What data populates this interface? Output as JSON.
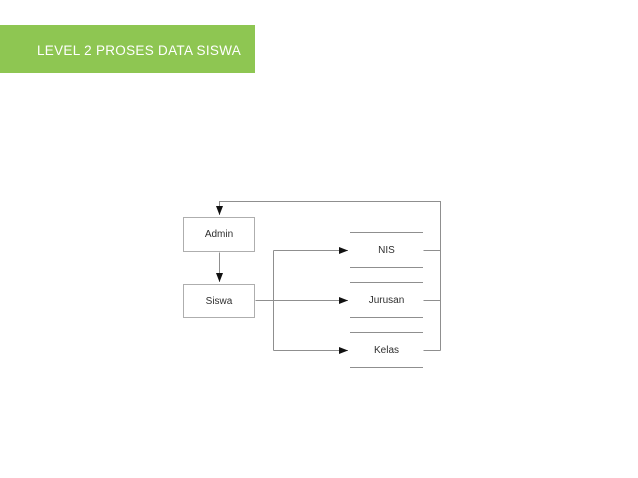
{
  "banner": {
    "title": "LEVEL 2 PROSES DATA SISWA",
    "background": "#8ec652",
    "text_color": "#ffffff"
  },
  "diagram": {
    "line_color": "#8f8f8f",
    "box_border_color": "#aeaeae",
    "arrow_color": "#111111",
    "text_color": "#2f2f2f",
    "processes": [
      {
        "label": "Admin"
      },
      {
        "label": "Siswa"
      }
    ],
    "data_stores": [
      {
        "label": "NIS"
      },
      {
        "label": "Jurusan"
      },
      {
        "label": "Kelas"
      }
    ],
    "flows": [
      {
        "from": "data stores (NIS/Jurusan/Kelas)",
        "to": "Admin"
      },
      {
        "from": "Admin",
        "to": "Siswa"
      },
      {
        "from": "Siswa",
        "to": "NIS"
      },
      {
        "from": "Siswa",
        "to": "Jurusan"
      },
      {
        "from": "Siswa",
        "to": "Kelas"
      }
    ]
  }
}
